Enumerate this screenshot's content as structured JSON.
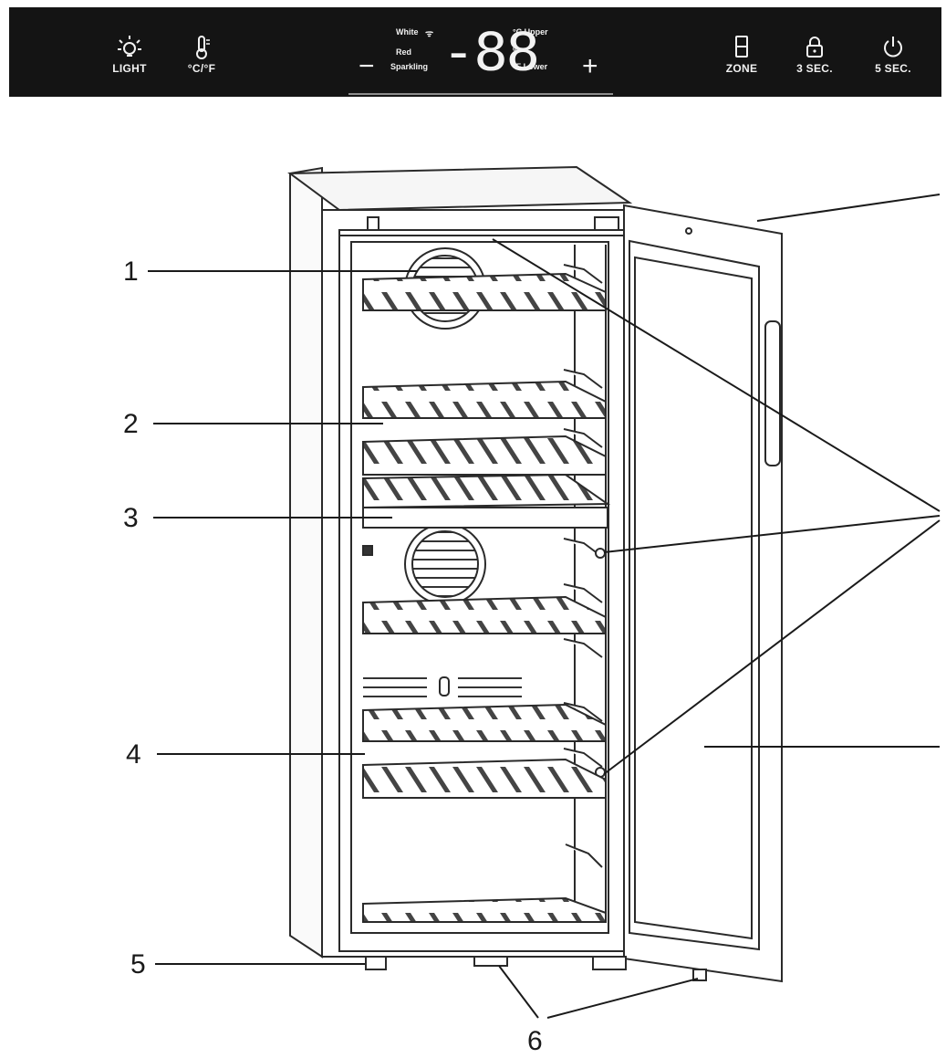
{
  "panel": {
    "light_label": "LIGHT",
    "unit_label": "°C/°F",
    "minus_symbol": "−",
    "plus_symbol": "+",
    "wine_white": "White",
    "wine_red": "Red",
    "wine_sparkling": "Sparkling",
    "display_value": "-88",
    "celsius_upper": "°C Upper",
    "percent": "%",
    "fahrenheit_lower": "°F Lower",
    "zone_label": "ZONE",
    "lock_label": "3 SEC.",
    "power_label": "5 SEC."
  },
  "callouts": [
    "1",
    "2",
    "3",
    "4",
    "5",
    "6"
  ]
}
